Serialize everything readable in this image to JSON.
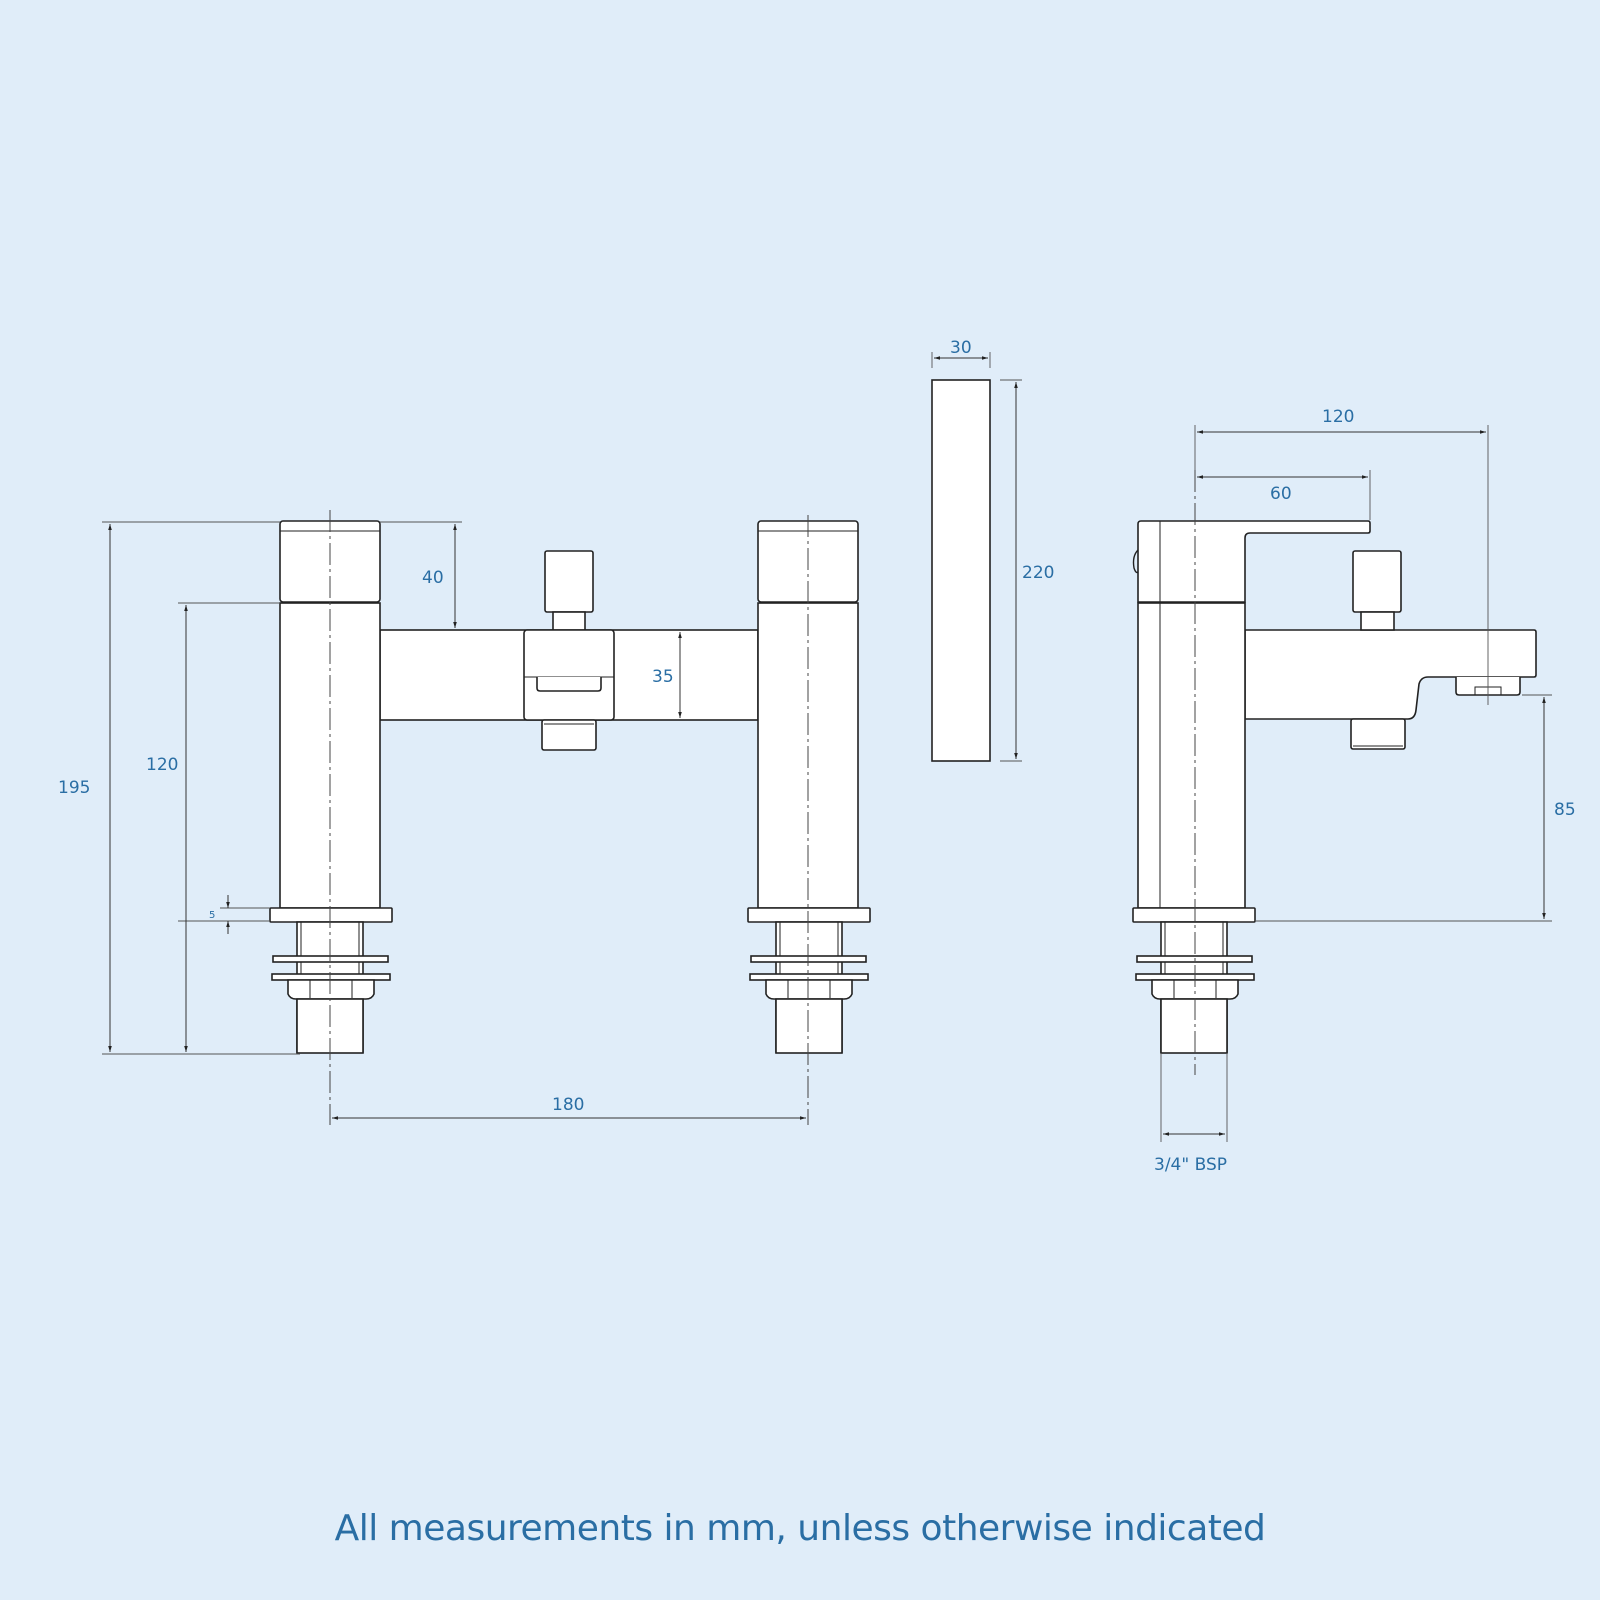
{
  "diagram": {
    "subject": "Bath shower mixer tap technical drawing",
    "views": [
      "front-view",
      "handle-side-view",
      "side-view"
    ],
    "colors": {
      "background": "#e0edf9",
      "label": "#2a6ea4",
      "line": "#222222",
      "part_fill": "#ffffff"
    }
  },
  "front_view": {
    "dimensions": {
      "overall_height": "195",
      "pillar_body_height": "120",
      "handle_height": "40",
      "spout_body_height": "35",
      "base_plate": "5",
      "centers": "180"
    }
  },
  "handle_view": {
    "dimensions": {
      "width": "30",
      "height": "220"
    }
  },
  "side_view": {
    "dimensions": {
      "spout_reach": "120",
      "lever_reach": "60",
      "spout_clearance": "85",
      "inlet_thread": "3/4\" BSP"
    }
  },
  "footer": {
    "note": "All measurements in mm, unless otherwise indicated"
  }
}
